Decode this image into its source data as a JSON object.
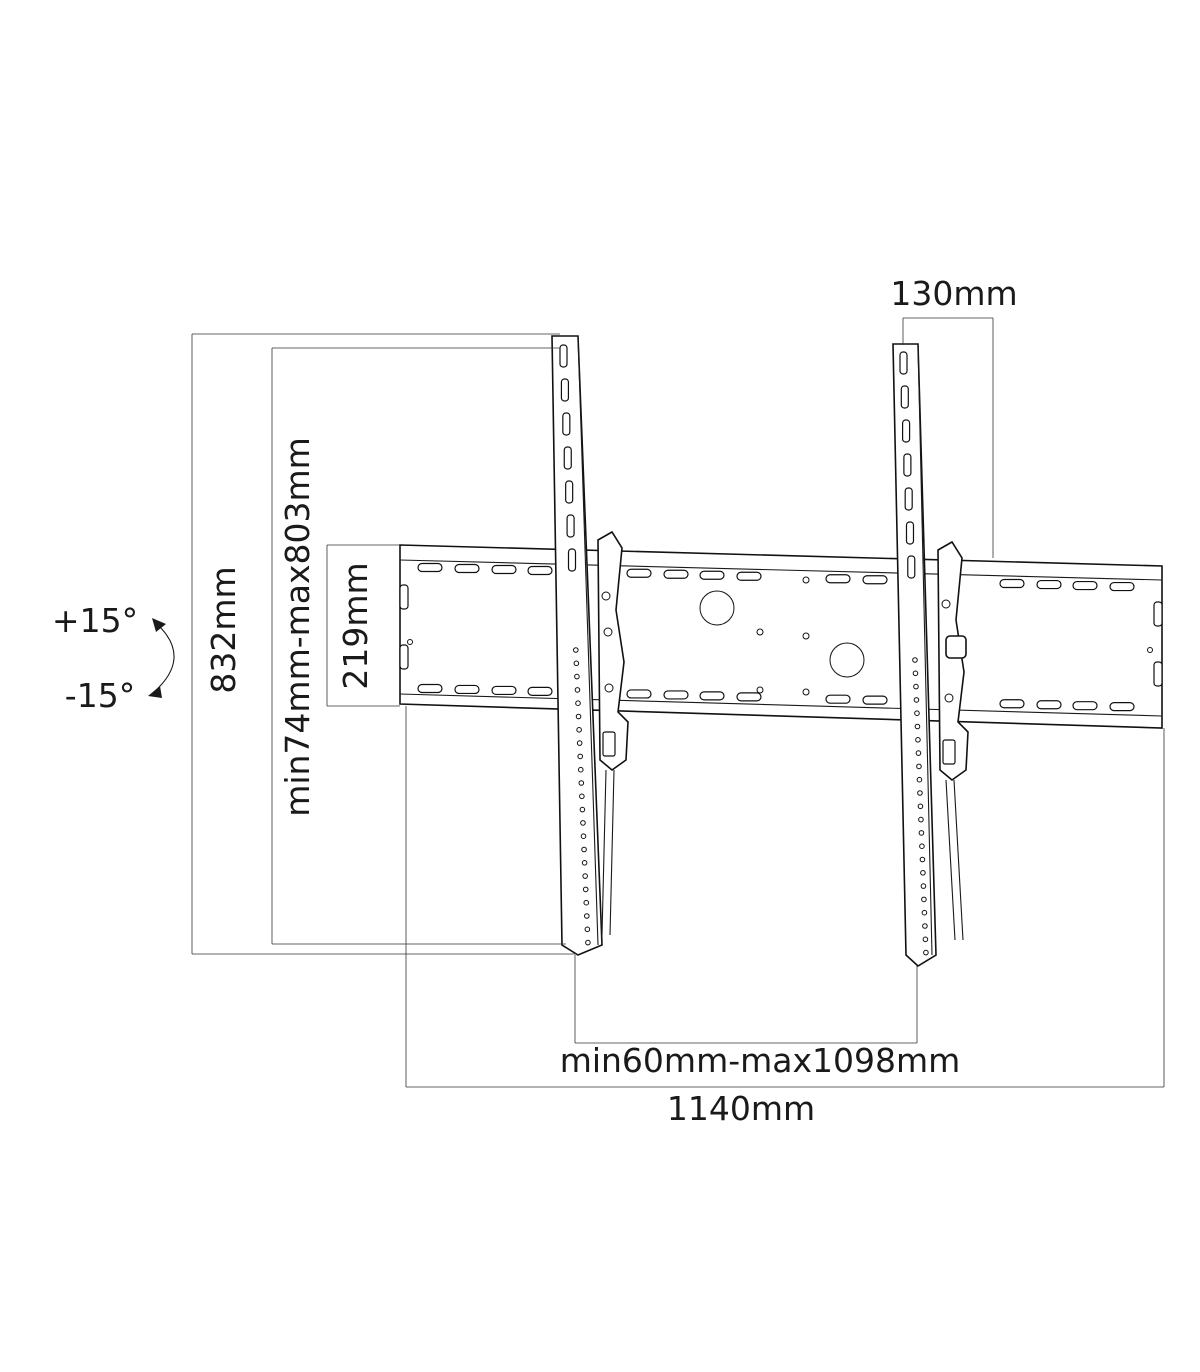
{
  "dimensions": {
    "depth": "130mm",
    "bracket_height": "832mm",
    "vesa_vertical": "min74mm-max803mm",
    "plate_height": "219mm",
    "tilt_up": "+15°",
    "tilt_down": "-15°",
    "vesa_horizontal": "min60mm-max1098mm",
    "total_width": "1140mm"
  },
  "colors": {
    "line": "#1a1a1a",
    "background": "#ffffff"
  }
}
